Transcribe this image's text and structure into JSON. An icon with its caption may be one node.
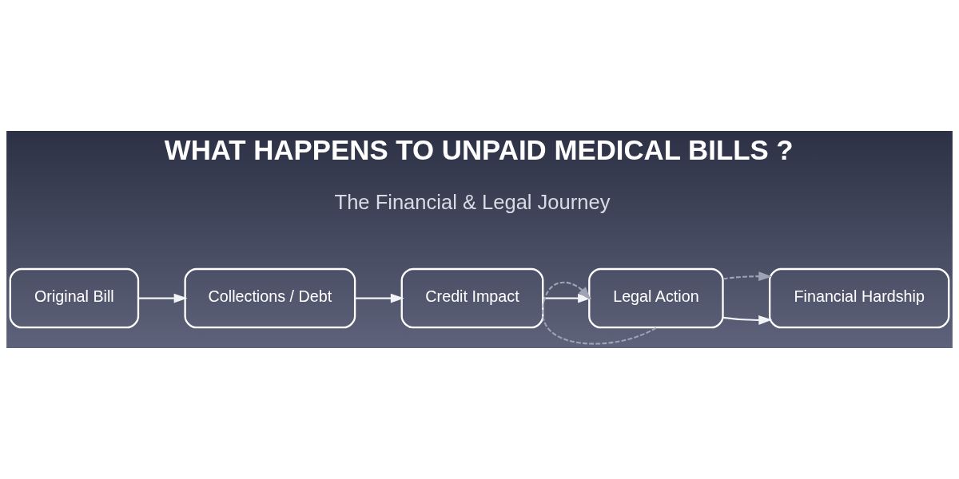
{
  "diagram": {
    "title": "WHAT HAPPENS TO UNPAID MEDICAL BILLS ?",
    "nodes": [
      {
        "text": [
          "Original Bill"
        ]
      },
      {
        "text": [
          "Collections / Debt"
        ]
      },
      {
        "text": [
          "Credit Impact"
        ]
      },
      {
        "text": [
          "Legal Action"
        ]
      },
      {
        "text": [
          "Financial Hardship"
        ]
      }
    ],
    "edges": [
      {
        "from": 0,
        "to": 1,
        "arrow": "to"
      },
      {
        "from": 1,
        "to": 2,
        "arrow": "to"
      },
      {
        "from": 2,
        "to": 3,
        "arrow": "to"
      },
      {
        "from": 3,
        "to": 4,
        "arrow": "to"
      },
      {
        "from": 3,
        "to": 4,
        "arrow": "to",
        "style": "dashed",
        "color": "#9ea3b5"
      },
      {
        "from": 3,
        "to": 3,
        "arrow": "to",
        "style": "dashed",
        "color": "#9ea3b5"
      }
    ],
    "labels": [
      "The Financial & Legal Journey"
    ]
  }
}
